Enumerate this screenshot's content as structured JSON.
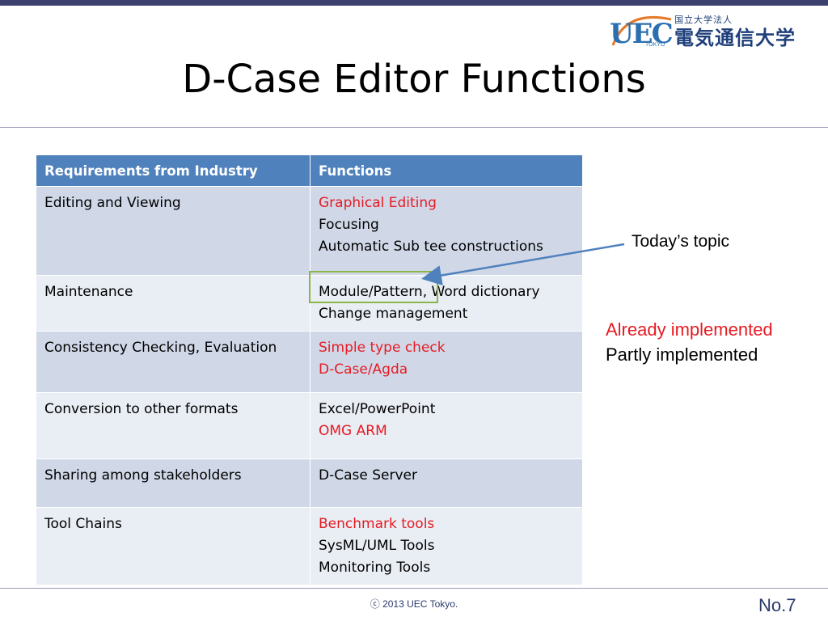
{
  "slide": {
    "title": "D-Case Editor Functions",
    "logo": {
      "mark": "UEC",
      "mark_sub": "TOKYO",
      "org_small": "国立大学法人",
      "org_name": "電気通信大学"
    },
    "table": {
      "headers": [
        "Requirements from Industry",
        "Functions"
      ],
      "rows": [
        {
          "requirement": "Editing and Viewing",
          "functions": [
            {
              "text": "Graphical Editing",
              "status": "implemented"
            },
            {
              "text": "Focusing",
              "status": "partial"
            },
            {
              "text": "Automatic Sub tee constructions",
              "status": "partial"
            }
          ]
        },
        {
          "requirement": "Maintenance",
          "functions": [
            {
              "text": "Module/Pattern, Word dictionary",
              "status": "partial"
            },
            {
              "text": "Change management",
              "status": "partial"
            }
          ]
        },
        {
          "requirement": "Consistency Checking, Evaluation",
          "functions": [
            {
              "text": "Simple type check",
              "status": "implemented"
            },
            {
              "text": "D-Case/Agda",
              "status": "implemented"
            }
          ]
        },
        {
          "requirement": "Conversion to other formats",
          "functions": [
            {
              "text": "Excel/PowerPoint",
              "status": "partial"
            },
            {
              "text": "OMG ARM",
              "status": "implemented"
            }
          ]
        },
        {
          "requirement": "Sharing among stakeholders",
          "functions": [
            {
              "text": "D-Case Server",
              "status": "partial"
            }
          ]
        },
        {
          "requirement": "Tool Chains",
          "functions": [
            {
              "text": "Benchmark tools",
              "status": "implemented"
            },
            {
              "text": "SysML/UML Tools",
              "status": "partial"
            },
            {
              "text": "Monitoring Tools",
              "status": "partial"
            }
          ]
        }
      ]
    },
    "callout": "Today’s topic",
    "legend": {
      "implemented": "Already implemented",
      "partial": "Partly implemented"
    },
    "colors": {
      "implemented": "#e61b23",
      "partial": "#000000",
      "header_bg": "#4f81bd",
      "highlight_box": "#8ab548",
      "arrow": "#4f81bd"
    },
    "footer": {
      "copyright": "ⓒ 2013 UEC Tokyo.",
      "page": "No.7"
    }
  }
}
